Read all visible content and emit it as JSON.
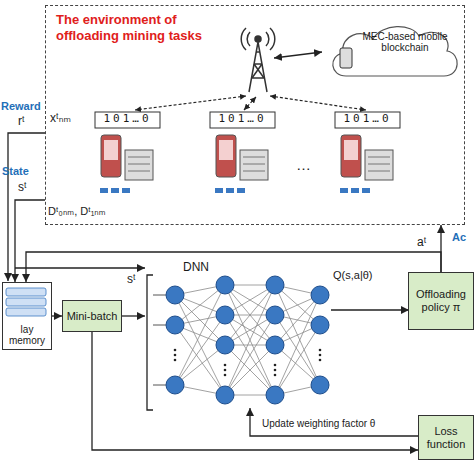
{
  "diagram": {
    "nodes": [
      {
        "text": [
          "The environment of offloading mining tasks"
        ]
      },
      {
        "text": [
          "MEC-based mobile blockchain"
        ],
        "in": 0
      },
      {
        "text": [
          "lay memory"
        ]
      },
      {
        "text": [
          "Mini-batch"
        ]
      },
      {
        "text": [
          "Offloading policy π"
        ]
      },
      {
        "text": [
          "Loss function"
        ]
      }
    ],
    "edges": [
      {
        "from": 0,
        "to": 2,
        "arrow": "to"
      },
      {
        "from": 4,
        "to": 0,
        "arrow": "to"
      },
      {
        "from": 4,
        "to": 2,
        "arrow": "to"
      },
      {
        "from": 2,
        "to": 3,
        "arrow": "to"
      },
      {
        "from": 3,
        "to": 5,
        "arrow": "to"
      }
    ],
    "labels": [
      "Reward",
      "rᵗ",
      "State",
      "sᵗ",
      "xᵗₙₘ",
      "Dᵗ₀ₙₘ, Dᵗ₁ₙₘ",
      "101…0",
      "101…0",
      "101…0",
      "…",
      "DNN",
      "Q(s,a|θ)",
      "sᵗ",
      "Update weighting factor θ",
      "aᵗ",
      "Ac"
    ]
  }
}
